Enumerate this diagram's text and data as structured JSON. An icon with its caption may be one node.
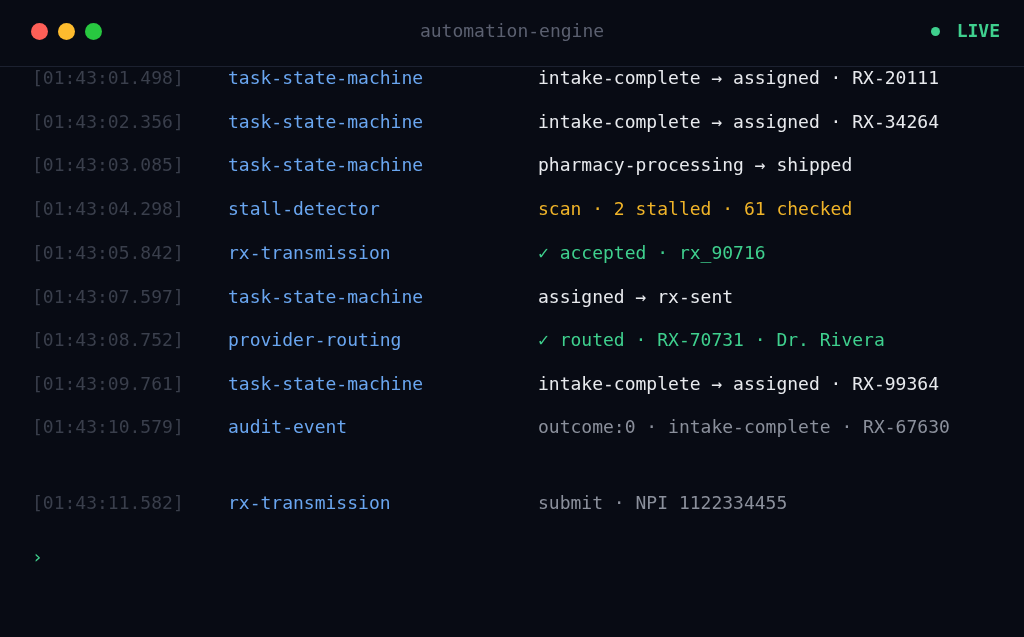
{
  "diagram": {
    "title": "automation-engine",
    "labels": [
      "LIVE",
      "[01:43:01.498]",
      "task-state-machine",
      "intake-complete → assigned · RX-20111",
      "[01:43:02.356]",
      "task-state-machine",
      "intake-complete → assigned · RX-34264",
      "[01:43:03.085]",
      "task-state-machine",
      "pharmacy-processing → shipped",
      "[01:43:04.298]",
      "stall-detector",
      "scan · 2 stalled · 61 checked",
      "[01:43:05.842]",
      "rx-transmission",
      "✓ accepted · rx_90716",
      "[01:43:07.597]",
      "task-state-machine",
      "assigned → rx-sent",
      "[01:43:08.752]",
      "provider-routing",
      "✓ routed · RX-70731 · Dr. Rivera",
      "[01:43:09.761]",
      "task-state-machine",
      "intake-complete → assigned · RX-99364",
      "[01:43:10.579]",
      "audit-event",
      "outcome:0 · intake-complete · RX-67630",
      "[01:43:11.582]",
      "rx-transmission",
      "submit · NPI 1122334455",
      "›"
    ]
  }
}
